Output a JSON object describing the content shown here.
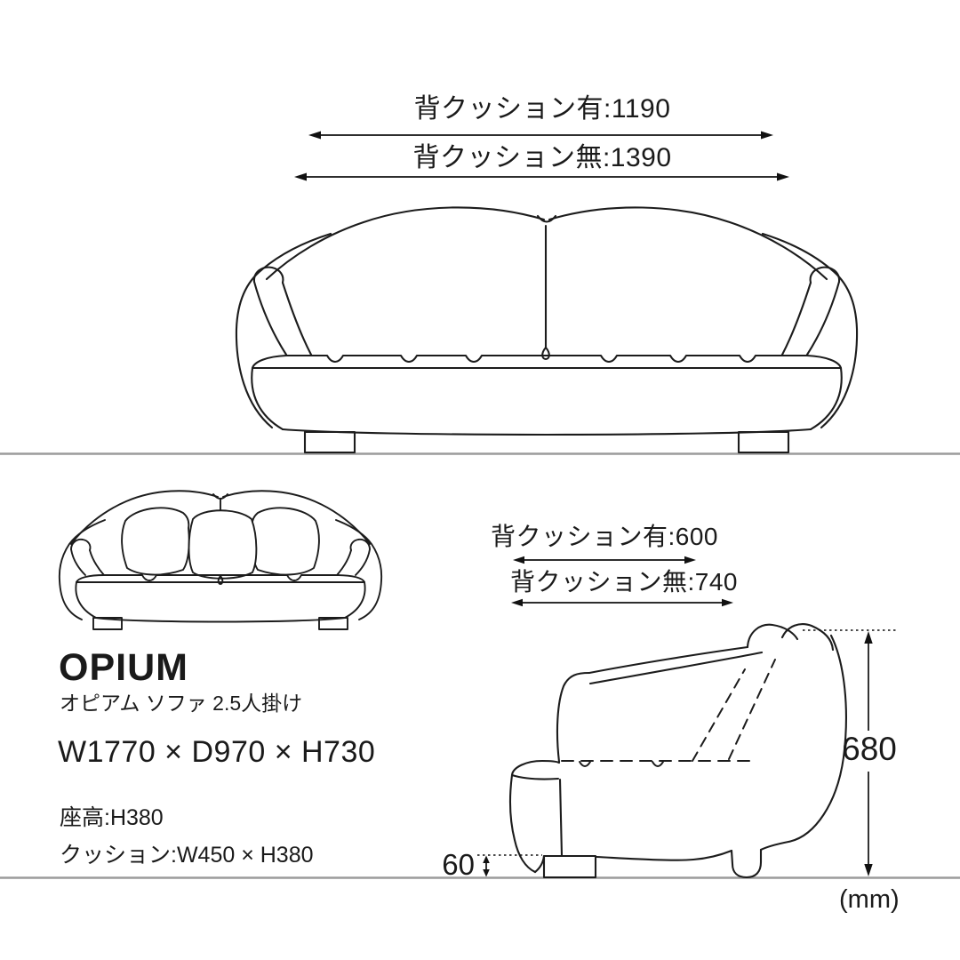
{
  "product": {
    "name": "OPIUM",
    "name_ja": "オピアム ソファ 2.5人掛け",
    "overall_size": "W1770 × D970 × H730",
    "seat_height": "座高:H380",
    "cushion_size": "クッション:W450 × H380",
    "unit": "(mm)"
  },
  "front_view": {
    "width_with_back_cushion": "背クッション有:1190",
    "width_without_back_cushion": "背クッション無:1390"
  },
  "side_view": {
    "depth_with_back_cushion": "背クッション有:600",
    "depth_without_back_cushion": "背クッション無:740",
    "total_height": "680",
    "foot_height": "60"
  },
  "colors": {
    "line": "#1c1c1c",
    "dimension_line": "#111111",
    "ground_line": "#9b9b9b",
    "background": "#ffffff"
  }
}
